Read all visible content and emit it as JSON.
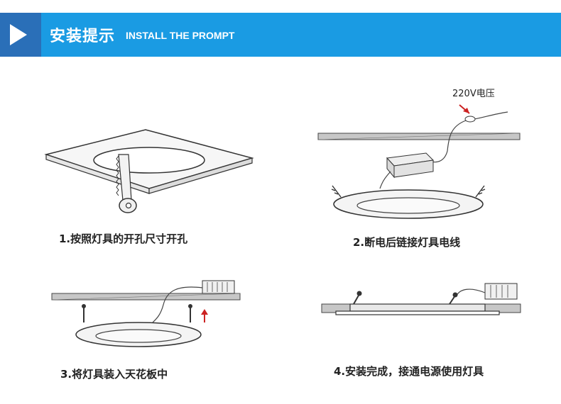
{
  "header": {
    "title_cn": "安装提示",
    "title_en": "INSTALL THE PROMPT",
    "icon": "chevron-right-icon",
    "colors": {
      "bar": "#1a9be3",
      "chevron_block": "#2a6fb8"
    }
  },
  "steps": [
    {
      "caption": "1.按照灯具的开孔尺寸开孔"
    },
    {
      "caption": "2.断电后链接灯具电线",
      "label": "220V电压"
    },
    {
      "caption": "3.将灯具装入天花板中"
    },
    {
      "caption": "4.安装完成，接通电源使用灯具"
    }
  ]
}
